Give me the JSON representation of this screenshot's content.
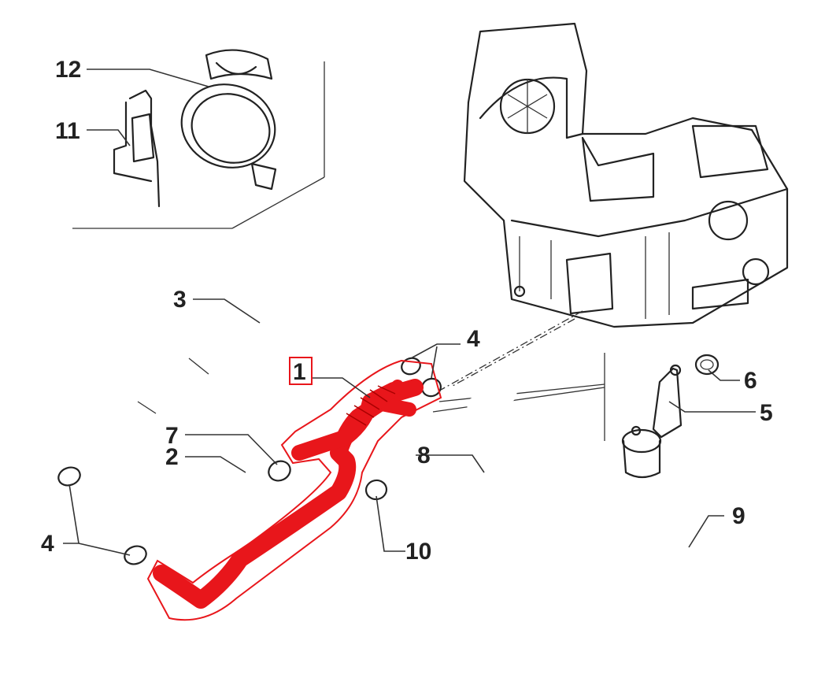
{
  "labels": {
    "l1": "1",
    "l2": "2",
    "l3": "3",
    "l4a": "4",
    "l4b": "4",
    "l5": "5",
    "l6": "6",
    "l7": "7",
    "l8": "8",
    "l9": "9",
    "l10": "10",
    "l11": "11",
    "l12": "12"
  },
  "colors": {
    "highlight": "#e8161b",
    "outline": "#222222",
    "background": "#ffffff"
  }
}
